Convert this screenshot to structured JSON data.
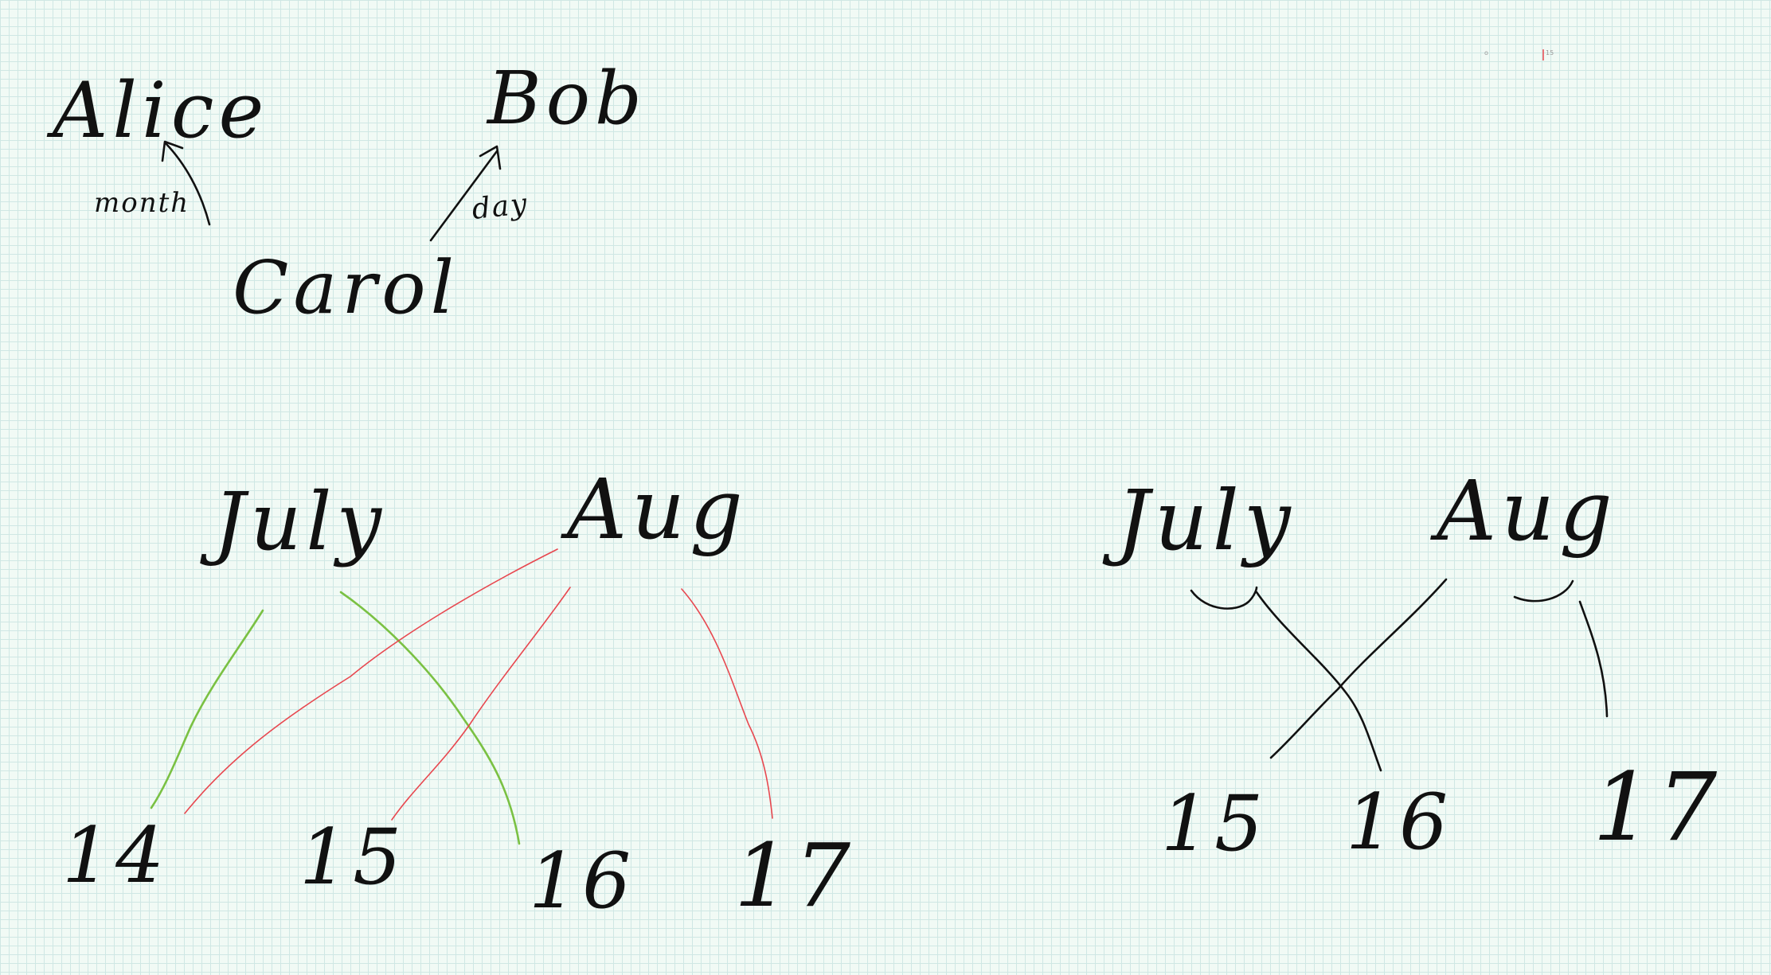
{
  "names": {
    "alice": "Alice",
    "bob": "Bob",
    "carol": "Carol"
  },
  "arrow_labels": {
    "month": "month",
    "day": "day"
  },
  "left_tree": {
    "months": [
      "July",
      "Aug"
    ],
    "days": [
      "14",
      "15",
      "16",
      "17"
    ]
  },
  "right_tree": {
    "months": [
      "July",
      "Aug"
    ],
    "days": [
      "15",
      "16",
      "17"
    ]
  },
  "corner_marks": [
    "o",
    "15"
  ],
  "colors": {
    "ink": "#111111",
    "green": "#7ac143",
    "red": "#e8474f",
    "grid": "#cfe7e4",
    "paper": "#f1faf5"
  }
}
